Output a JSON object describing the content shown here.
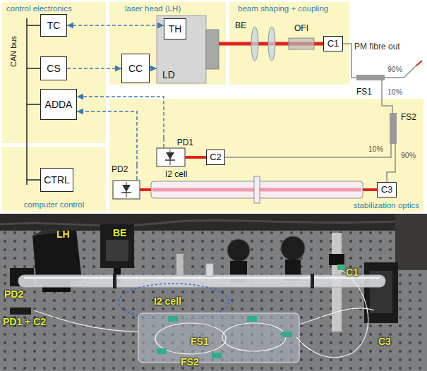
{
  "diagram": {
    "nodes": [
      {
        "text": [
          "control electronics"
        ]
      },
      {
        "text": [
          "TC"
        ],
        "in": 0
      },
      {
        "text": [
          "CS"
        ],
        "in": 0
      },
      {
        "text": [
          "ADDA"
        ],
        "in": 0
      },
      {
        "text": [
          "computer control"
        ]
      },
      {
        "text": [
          "CTRL"
        ],
        "in": 4
      },
      {
        "text": [
          "laser head (LH)"
        ]
      },
      {
        "text": [
          "LD"
        ],
        "in": 6
      },
      {
        "text": [
          "TH"
        ],
        "in": 7
      },
      {
        "text": [
          "CC"
        ],
        "in": 6
      },
      {
        "text": [
          "beam shaping + coupling"
        ]
      },
      {
        "text": [
          "BE"
        ],
        "in": 10
      },
      {
        "text": [
          "OFI"
        ],
        "in": 10
      },
      {
        "text": [
          "C1"
        ],
        "in": 10
      },
      {
        "text": [
          "FS1"
        ]
      },
      {
        "text": [
          "stabilization optics"
        ]
      },
      {
        "text": [
          "FS2"
        ],
        "in": 15
      },
      {
        "text": [
          "PD1"
        ],
        "in": 15
      },
      {
        "text": [
          "C2"
        ],
        "in": 15
      },
      {
        "text": [
          "PD2"
        ],
        "in": 15
      },
      {
        "text": [
          "I2 cell"
        ],
        "in": 15
      },
      {
        "text": [
          "C3"
        ],
        "in": 15
      }
    ],
    "edges": [
      {
        "from": 1,
        "to": 8,
        "arrow": "both"
      },
      {
        "from": 2,
        "to": 9,
        "arrow": "to"
      },
      {
        "from": 9,
        "to": 7,
        "arrow": "to"
      },
      {
        "from": 17,
        "to": 3,
        "arrow": "to"
      },
      {
        "from": 19,
        "to": 3,
        "arrow": "to"
      },
      {
        "from": 7,
        "to": 11,
        "arrow": "none"
      },
      {
        "from": 11,
        "to": 12,
        "arrow": "none"
      },
      {
        "from": 12,
        "to": 13,
        "arrow": "none"
      },
      {
        "from": 13,
        "to": 14,
        "arrow": "none"
      },
      {
        "from": 14,
        "to": 16,
        "label": "10%",
        "arrow": "none"
      },
      {
        "from": 16,
        "to": 18,
        "label": "10%",
        "arrow": "none"
      },
      {
        "from": 16,
        "to": 21,
        "label": "90%",
        "arrow": "none"
      },
      {
        "from": 18,
        "to": 17,
        "arrow": "none"
      },
      {
        "from": 21,
        "to": 20,
        "arrow": "none"
      },
      {
        "from": 20,
        "to": 19,
        "arrow": "none"
      }
    ],
    "labels": [
      "CAN bus",
      "PM fibre out",
      "90%",
      "LH",
      "BE",
      "C1",
      "PD2",
      "I2 cell",
      "C3",
      "PD1 + C2",
      "FS1",
      "FS2"
    ]
  }
}
